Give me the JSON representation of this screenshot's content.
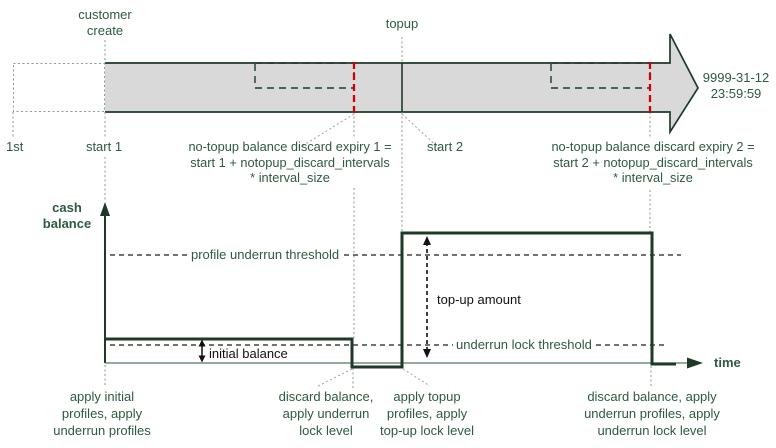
{
  "colors": {
    "dark_green": "#1d3a28",
    "text_green": "#2e5a41",
    "band_gray": "#d9d9d9",
    "red_dash": "#d40000",
    "black": "#111111"
  },
  "timeline": {
    "customer_create": [
      "customer",
      "create"
    ],
    "topup_label": "topup",
    "first_label": "1st",
    "start1_label": "start 1",
    "start2_label": "start 2",
    "end_datetime": [
      "9999-31-12",
      "23:59:59"
    ],
    "expiry1": [
      "no-topup balance discard expiry 1 =",
      "start 1 + notopup_discard_intervals",
      "* interval_size"
    ],
    "expiry2": [
      "no-topup balance discard expiry 2 =",
      "start 2 + notopup_discard_intervals",
      "* interval_size"
    ]
  },
  "chart": {
    "y_axis_label": [
      "cash",
      "balance"
    ],
    "x_axis_label": "time",
    "profile_underrun_threshold_label": "profile underrun threshold",
    "underrun_lock_threshold_label": "underrun lock threshold",
    "initial_balance_label": "initial balance",
    "topup_amount_label": "top-up amount"
  },
  "annotations": {
    "apply_initial": [
      "apply initial",
      "profiles, apply",
      "underrun profiles"
    ],
    "discard1": [
      "discard balance,",
      "apply underrun",
      "lock level"
    ],
    "apply_topup": [
      "apply topup",
      "profiles, apply",
      "top-up lock level"
    ],
    "discard2": [
      "discard balance, apply",
      "underrun profiles, apply",
      "underrun lock level"
    ]
  }
}
